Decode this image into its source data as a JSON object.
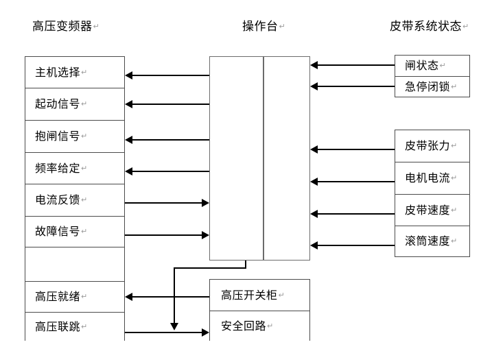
{
  "diagram": {
    "title_left": "高压变频器",
    "title_center": "操作台",
    "title_right": "皮带系统状态",
    "pilcrow": "↵",
    "colors": {
      "box_border": "#4a4a4a",
      "console_border": "#6b6b6b",
      "line": "#000000",
      "background": "#ffffff"
    }
  },
  "left_stack": {
    "name": "高压变频器",
    "rows": [
      {
        "label": "主机选择"
      },
      {
        "label": "起动信号"
      },
      {
        "label": "抱闸信号"
      },
      {
        "label": "频率给定"
      },
      {
        "label": "电流反馈"
      },
      {
        "label": "故障信号"
      },
      {
        "label": ""
      },
      {
        "label": "高压就绪"
      },
      {
        "label": "高压联跳"
      }
    ]
  },
  "console": {
    "name": "操作台",
    "label": ""
  },
  "right_stack_top": {
    "rows": [
      {
        "label": "闸状态"
      },
      {
        "label": "急停闭锁"
      }
    ]
  },
  "right_stack_bottom": {
    "rows": [
      {
        "label": "皮带张力"
      },
      {
        "label": "电机电流"
      },
      {
        "label": "皮带速度"
      },
      {
        "label": "滚筒速度"
      }
    ]
  },
  "bottom_stack": {
    "rows": [
      {
        "label": "高压开关柜"
      },
      {
        "label": "安全回路"
      }
    ]
  },
  "connections": [
    {
      "from": "操作台",
      "to": "主机选择",
      "direction": "left"
    },
    {
      "from": "操作台",
      "to": "起动信号",
      "direction": "left"
    },
    {
      "from": "操作台",
      "to": "抱闸信号",
      "direction": "left"
    },
    {
      "from": "操作台",
      "to": "频率给定",
      "direction": "left"
    },
    {
      "from": "电流反馈",
      "to": "操作台",
      "direction": "right"
    },
    {
      "from": "故障信号",
      "to": "操作台",
      "direction": "right"
    },
    {
      "from": "闸状态",
      "to": "操作台",
      "direction": "left"
    },
    {
      "from": "急停闭锁",
      "to": "操作台",
      "direction": "left"
    },
    {
      "from": "皮带张力",
      "to": "操作台",
      "direction": "left"
    },
    {
      "from": "电机电流",
      "to": "操作台",
      "direction": "left"
    },
    {
      "from": "皮带速度",
      "to": "操作台",
      "direction": "left"
    },
    {
      "from": "滚筒速度",
      "to": "操作台",
      "direction": "left"
    },
    {
      "from": "高压开关柜",
      "to": "高压就绪",
      "direction": "left"
    },
    {
      "from": "高压联跳",
      "to": "安全回路",
      "direction": "right"
    },
    {
      "from": "操作台",
      "to": "安全回路",
      "direction": "down"
    }
  ]
}
